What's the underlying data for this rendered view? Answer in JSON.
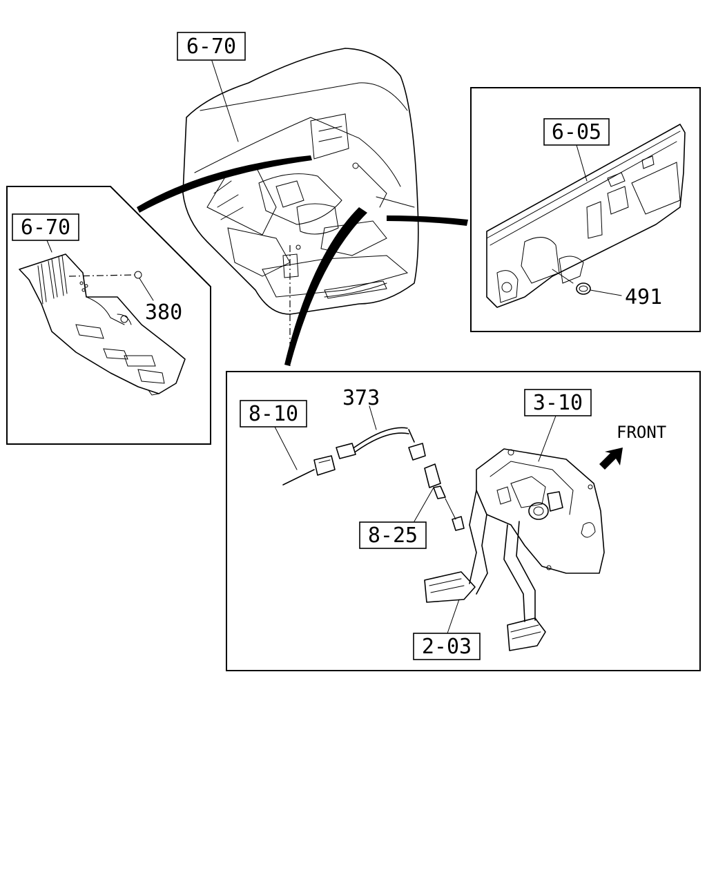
{
  "callouts": {
    "cab_floor_ref": "6-70",
    "floor_panel_ref": "6-70",
    "dash_panel_ref": "6-05",
    "harness_ref": "8-10",
    "pedal_bracket_ref": "3-10",
    "switch_ref": "8-25",
    "pedal_ref": "2-03"
  },
  "part_numbers": {
    "plug": "380",
    "grommet": "491",
    "harness": "373"
  },
  "direction_label": "FRONT"
}
